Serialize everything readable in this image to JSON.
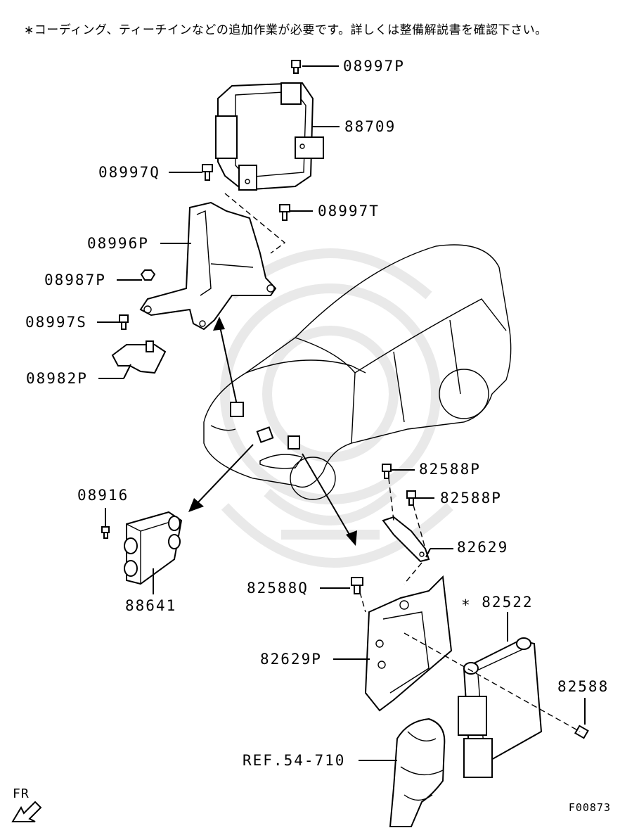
{
  "note": "∗コーディング、ティーチインなどの追加作業が必要です。詳しくは整備解説書を確認下さい。",
  "labels": {
    "p08997P": "08997P",
    "p88709": "88709",
    "p08997Q": "08997Q",
    "p08997T": "08997T",
    "p08996P": "08996P",
    "p08987P": "08987P",
    "p08997S": "08997S",
    "p08982P": "08982P",
    "p08916": "08916",
    "p88641": "88641",
    "p82588P_a": "82588P",
    "p82588P_b": "82588P",
    "p82629": "82629",
    "p82588Q": "82588Q",
    "p82522": "∗ 82522",
    "p82629P": "82629P",
    "p82588": "82588",
    "ref": "REF.54-710"
  },
  "fr": "FR",
  "figure_code": "F00873",
  "colors": {
    "line": "#000000",
    "watermark": "#e9e9e9",
    "background": "#ffffff"
  }
}
